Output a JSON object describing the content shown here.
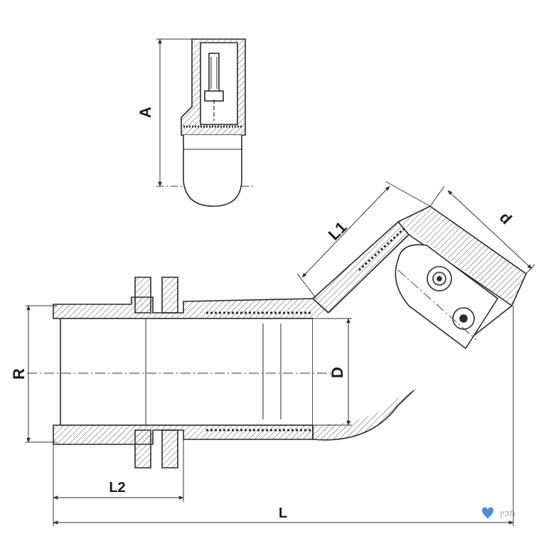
{
  "drawing": {
    "labels": {
      "A": "A",
      "L1": "L1",
      "d": "d",
      "R": "R",
      "D": "D",
      "L2": "L2",
      "L": "L"
    },
    "watermark": {
      "text": "תכין",
      "heart_color": "#4a8fd6"
    },
    "colors": {
      "line": "#2a2a2a",
      "hatch": "#555555",
      "dim": "#333333"
    }
  }
}
